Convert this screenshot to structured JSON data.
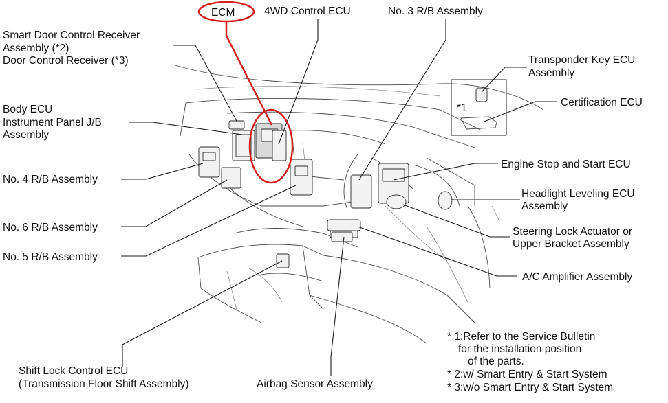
{
  "highlight_color": "#d42020",
  "labels": {
    "ecm": "ECM",
    "fourwd_ecu": "4WD Control ECU",
    "no3_rb": "No. 3 R/B Assembly",
    "smart_door_line1": "Smart Door Control Receiver",
    "smart_door_line2": "Assembly (*2)",
    "smart_door_line3": "Door Control Receiver (*3)",
    "body_ecu_line1": "Body ECU",
    "body_ecu_line2": "Instrument Panel J/B",
    "body_ecu_line3": "Assembly",
    "no4_rb": "No. 4 R/B Assembly",
    "no6_rb": "No. 6 R/B Assembly",
    "no5_rb": "No. 5 R/B Assembly",
    "shift_lock_line1": "Shift Lock Control ECU",
    "shift_lock_line2": "(Transmission Floor Shift Assembly)",
    "airbag_sensor": "Airbag Sensor Assembly",
    "transponder_line1": "Transponder Key ECU",
    "transponder_line2": "Assembly",
    "certification_ecu": "Certification ECU",
    "inset_marker": "*1",
    "engine_stop_start": "Engine Stop and Start ECU",
    "headlight_line1": "Headlight Leveling ECU",
    "headlight_line2": "Assembly",
    "steering_lock_line1": "Steering Lock Actuator or",
    "steering_lock_line2": "Upper Bracket Assembly",
    "ac_amplifier": "A/C Amplifier Assembly"
  },
  "notes": {
    "note1_line1": "* 1:Refer to the Service Bulletin",
    "note1_line2": "for the installation position",
    "note1_line3": "of the parts.",
    "note2": "* 2:w/ Smart Entry & Start System",
    "note3": "* 3:w/o Smart Entry & Start System"
  },
  "icons": {
    "diagram": "dashboard-ecu-location-illustration"
  }
}
